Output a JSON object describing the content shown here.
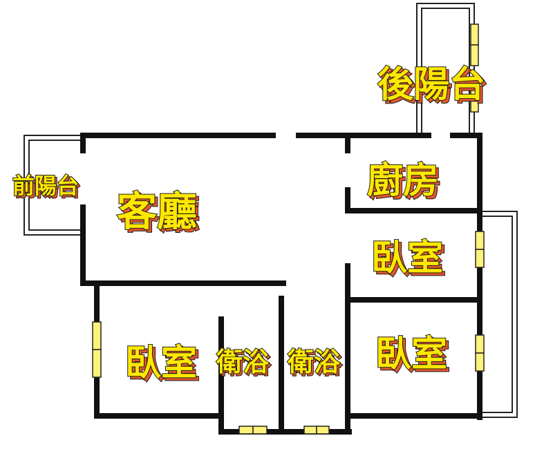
{
  "rooms": {
    "rear_balcony": "後陽台",
    "front_balcony": "前陽台",
    "living_room": "客廳",
    "kitchen": "廚房",
    "bedroom_right_upper": "臥室",
    "bedroom_right_lower": "臥室",
    "bedroom_left": "臥室",
    "bathroom_left": "衛浴",
    "bathroom_right": "衛浴"
  },
  "colors": {
    "wall": "#111111",
    "window_fill": "#fff27a",
    "label_fill": "#ffe800",
    "label_shadow": "#e2572b",
    "label_outline": "#1a1a1a"
  }
}
